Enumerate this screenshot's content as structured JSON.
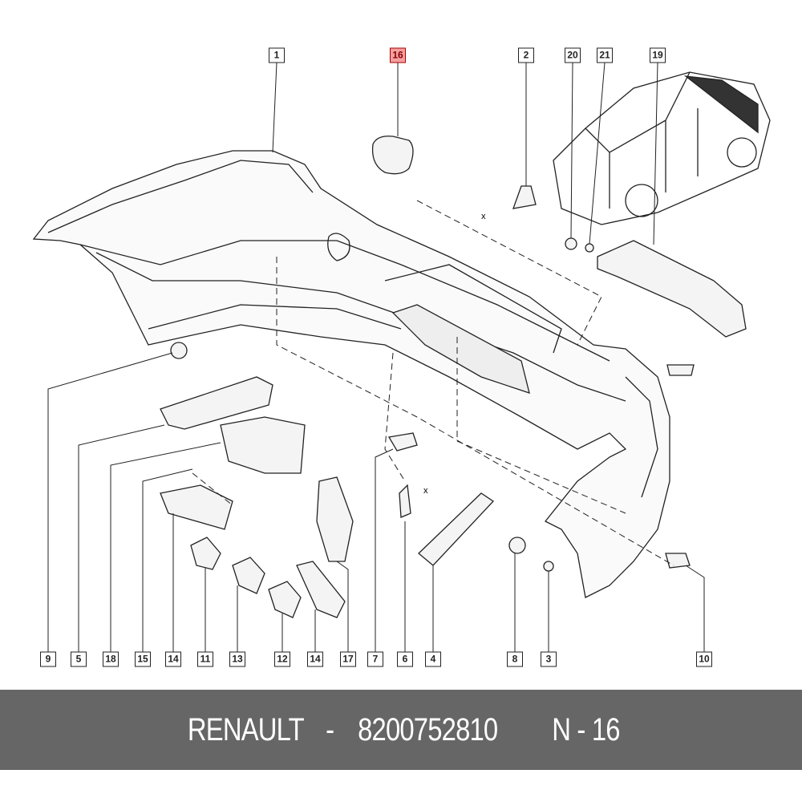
{
  "callouts_top": [
    {
      "label": "1",
      "highlight": false
    },
    {
      "label": "16",
      "highlight": true
    },
    {
      "label": "2",
      "highlight": false
    },
    {
      "label": "20",
      "highlight": false
    },
    {
      "label": "21",
      "highlight": false
    },
    {
      "label": "19",
      "highlight": false
    }
  ],
  "callouts_bottom": [
    "9",
    "5",
    "18",
    "15",
    "14",
    "11",
    "13",
    "12",
    "14",
    "17",
    "7",
    "6",
    "4",
    "8",
    "3",
    "10"
  ],
  "axis_marks": [
    "X",
    "X"
  ],
  "footer": {
    "brand": "RENAULT",
    "separator": "-",
    "part_number": "8200752810",
    "ref": "N - 16"
  },
  "colors": {
    "highlight": "#f4a0a0",
    "footer_bg": "#666666"
  }
}
